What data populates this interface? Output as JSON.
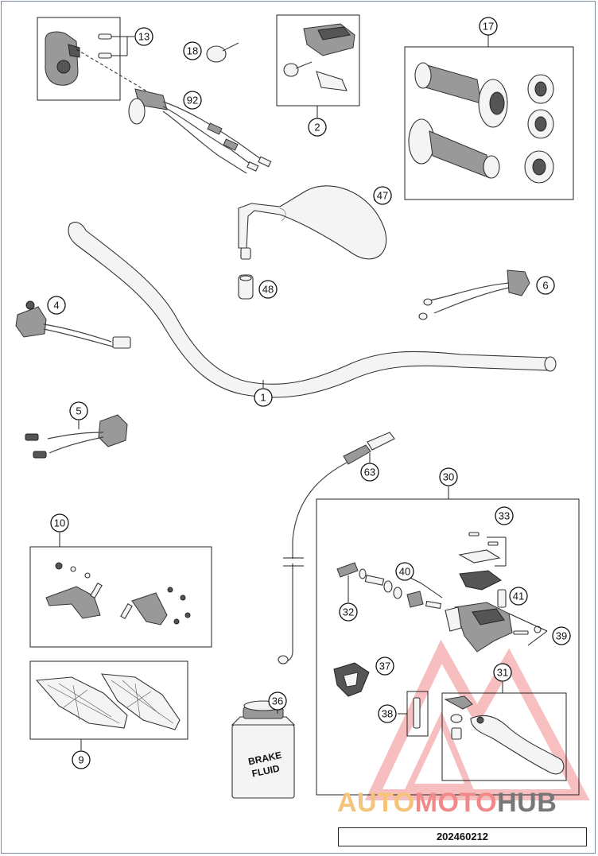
{
  "callouts": [
    {
      "label": "1"
    },
    {
      "label": "2"
    },
    {
      "label": "4"
    },
    {
      "label": "5"
    },
    {
      "label": "6"
    },
    {
      "label": "9"
    },
    {
      "label": "10"
    },
    {
      "label": "13"
    },
    {
      "label": "17"
    },
    {
      "label": "18"
    },
    {
      "label": "30"
    },
    {
      "label": "31"
    },
    {
      "label": "32"
    },
    {
      "label": "33"
    },
    {
      "label": "36"
    },
    {
      "label": "37"
    },
    {
      "label": "38"
    },
    {
      "label": "39"
    },
    {
      "label": "40"
    },
    {
      "label": "41"
    },
    {
      "label": "47"
    },
    {
      "label": "48"
    },
    {
      "label": "63"
    },
    {
      "label": "92"
    }
  ],
  "bottle": {
    "line1": "BRAKE",
    "line2": "FLUID"
  },
  "drawing_number": "202460212",
  "watermark": {
    "part1": "AUTO",
    "part2": "MOTO",
    "part3": "HUB"
  },
  "colors": {
    "watermark_red": "#f08a8a",
    "watermark_orange": "#f6c37a",
    "watermark_gray": "#777777",
    "frame": "#7d8a99"
  }
}
